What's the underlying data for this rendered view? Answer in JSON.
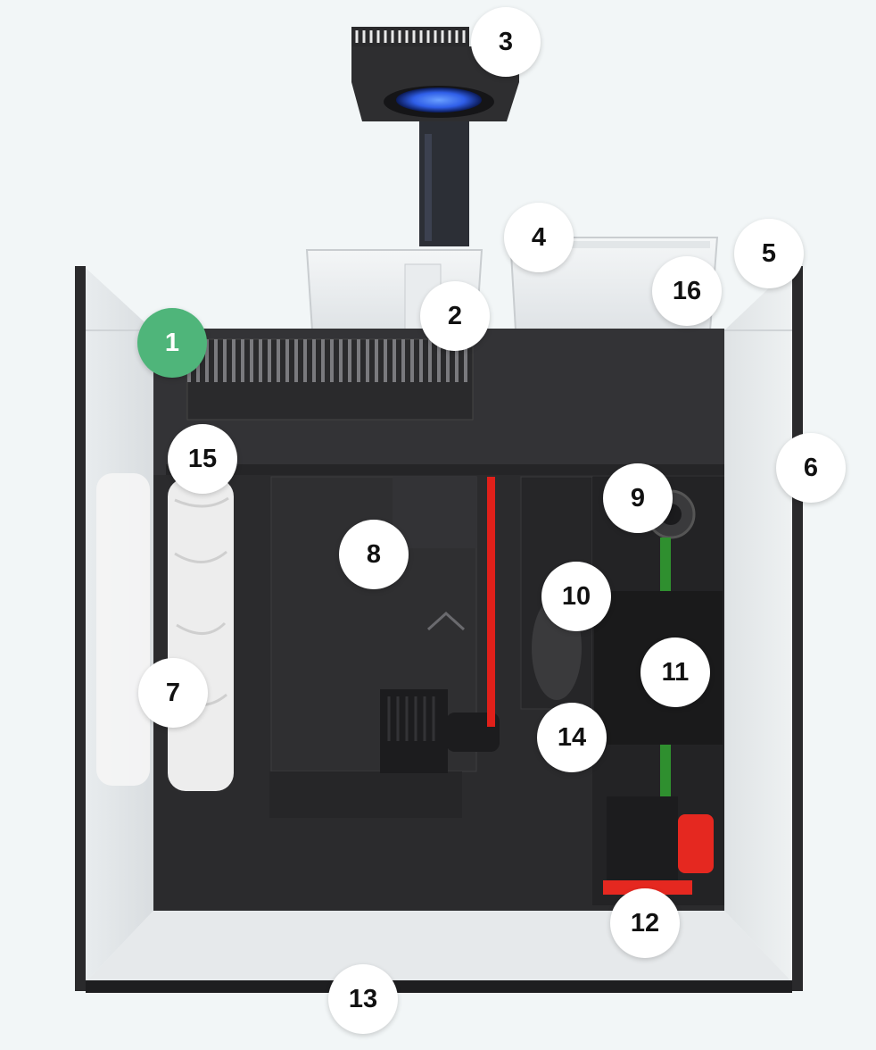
{
  "colors": {
    "background": "#f2f6f7",
    "badge": "#ffffff",
    "badge_active": "#4fb57a",
    "cabinet_dark": "#2b2b2d",
    "glass_frame": "#1e1e20",
    "led_glow": "#3a6cff",
    "red_tube": "#e0201a",
    "green_tube": "#2f8f2f",
    "pump_accent": "#e52820"
  },
  "hotspots": [
    {
      "label": "1",
      "active": true
    },
    {
      "label": "2",
      "active": false
    },
    {
      "label": "3",
      "active": false
    },
    {
      "label": "4",
      "active": false
    },
    {
      "label": "5",
      "active": false
    },
    {
      "label": "6",
      "active": false
    },
    {
      "label": "7",
      "active": false
    },
    {
      "label": "8",
      "active": false
    },
    {
      "label": "9",
      "active": false
    },
    {
      "label": "10",
      "active": false
    },
    {
      "label": "11",
      "active": false
    },
    {
      "label": "12",
      "active": false
    },
    {
      "label": "13",
      "active": false
    },
    {
      "label": "14",
      "active": false
    },
    {
      "label": "15",
      "active": false
    },
    {
      "label": "16",
      "active": false
    }
  ]
}
